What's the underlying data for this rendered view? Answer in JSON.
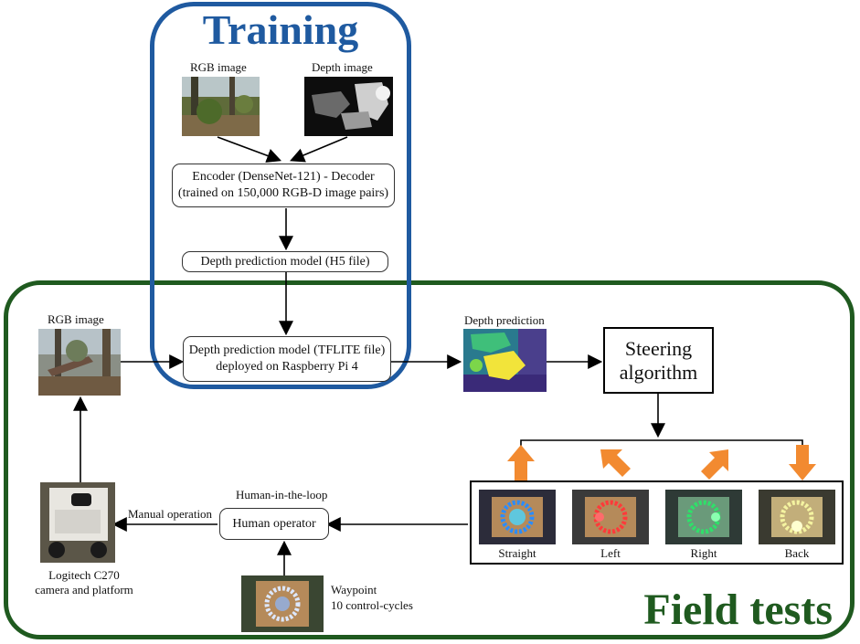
{
  "training": {
    "title": "Training",
    "rgb_label": "RGB image",
    "depth_label": "Depth image",
    "encoder_line1": "Encoder (DenseNet-121) - Decoder",
    "encoder_line2": "(trained on 150,000 RGB-D image pairs)",
    "h5_model": "Depth prediction model (H5 file)"
  },
  "field": {
    "title": "Field tests",
    "rgb_label": "RGB image",
    "tflite_line1": "Depth prediction model (TFLITE file)",
    "tflite_line2": "deployed on Raspberry Pi 4",
    "depth_prediction_label": "Depth prediction",
    "steering_line1": "Steering",
    "steering_line2": "algorithm",
    "directions": [
      {
        "label": "Straight",
        "icon": "arrow-up-icon",
        "led_color": "#2a8cff"
      },
      {
        "label": "Left",
        "icon": "arrow-up-left-icon",
        "led_color": "#ff3a3a"
      },
      {
        "label": "Right",
        "icon": "arrow-up-right-icon",
        "led_color": "#2fe06a"
      },
      {
        "label": "Back",
        "icon": "arrow-down-icon",
        "led_color": "#f4f3a0"
      }
    ],
    "human_in_loop_label": "Human-in-the-loop",
    "human_operator": "Human operator",
    "manual_operation": "Manual operation",
    "camera_line1": "Logitech C270",
    "camera_line2": "camera and platform",
    "waypoint_line1": "Waypoint",
    "waypoint_line2": "10 control-cycles"
  },
  "colors": {
    "training_frame": "#1f5aa0",
    "field_frame": "#1f5a1f",
    "direction_arrow": "#f28a30"
  }
}
